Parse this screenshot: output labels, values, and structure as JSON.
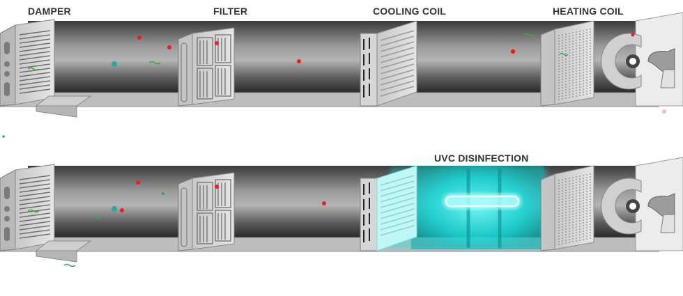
{
  "labels": {
    "damper": "DAMPER",
    "filter": "FILTER",
    "cooling_coil": "COOLING COIL",
    "heating_coil": "HEATING COIL",
    "uvc": "UVC DISINFECTION"
  },
  "colors": {
    "duct_dark": "#2e2e2e",
    "duct_light": "#a9a9a9",
    "panel": "#d0d0d0",
    "uvc_glow": "#18e0e0",
    "particle_red": "#e8201e",
    "particle_green": "#3ea64a",
    "particle_teal": "#2fa89a"
  },
  "icons": [
    "damper-louver-icon",
    "filter-grid-icon",
    "cooling-coil-icon",
    "heating-coil-icon",
    "blower-fan-icon",
    "uv-lamp-icon"
  ]
}
